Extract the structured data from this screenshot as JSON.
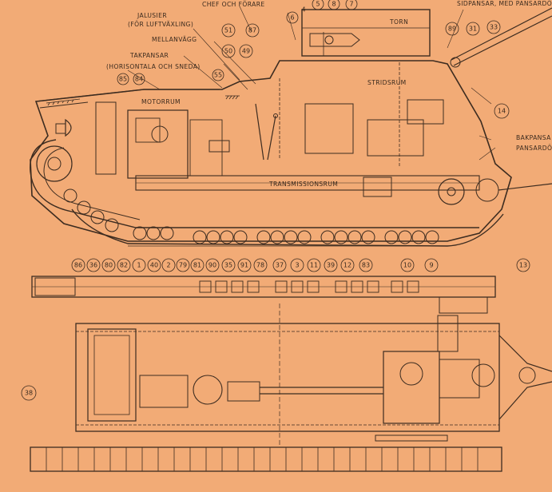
{
  "labels": {
    "chef": "CHEF OCH FÖRARE",
    "jalusier": "JALUSIER",
    "for_luft": "(FÖR LUFTVÄXLING)",
    "mellanvagg": "MELLANVÄGG",
    "takpansar": "TAKPANSAR",
    "takpansar_sub": "(HORISONTALA OCH SNEDA)",
    "motorrum": "MOTORRUM",
    "torn": "TORN",
    "stridsrum": "STRIDSRUM",
    "sidpansar": "SIDPANSAR, MED PANSARDÖR",
    "bakpansar": "BAKPANSA",
    "pansardor": "PANSARDÖ",
    "transmissionsrum": "TRANSMISSIONSRUM"
  },
  "callouts_top": [
    "5",
    "8",
    "7",
    "6",
    "4",
    "51",
    "87",
    "50",
    "49",
    "85",
    "84",
    "55",
    "89",
    "31",
    "33",
    "14"
  ],
  "callouts_row": [
    "86",
    "36",
    "80",
    "82",
    "1",
    "40",
    "2",
    "79",
    "81",
    "90",
    "35",
    "91",
    "78",
    "37",
    "3",
    "11",
    "39",
    "12",
    "83",
    "10",
    "9",
    "13"
  ],
  "callout_plan": "38",
  "colors": {
    "paper": "#f2ab76",
    "ink": "#3d2c20"
  }
}
